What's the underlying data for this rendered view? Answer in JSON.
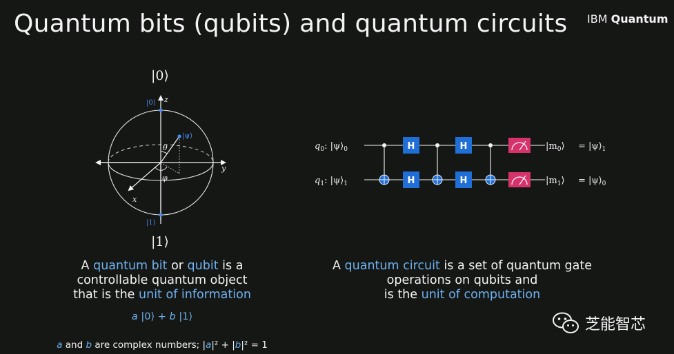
{
  "slide": {
    "title": "Quantum bits (qubits) and quantum circuits",
    "brand_light": "IBM",
    "brand_bold": "Quantum"
  },
  "bloch": {
    "ket_top": "|0⟩",
    "ket_bottom": "|1⟩",
    "ket_zero_small": "|0⟩",
    "ket_one_small": "|1⟩",
    "axis_z": "z",
    "axis_y": "y",
    "axis_x": "x",
    "psi": "|ψ⟩",
    "theta": "θ",
    "phi": "φ",
    "accent_color": "#4a8cf0"
  },
  "qubit_caption": {
    "line1_pre": "A ",
    "line1_hl1": "quantum bit",
    "line1_mid": " or ",
    "line1_hl2": "qubit",
    "line1_post": " is a",
    "line2": "controllable quantum object",
    "line3_pre": "that is the ",
    "line3_hl": "unit of information"
  },
  "formula": {
    "a": "a",
    "ket0": " |0⟩ + ",
    "b": "b",
    "ket1": " |1⟩"
  },
  "note": {
    "a": "a",
    "and": " and ",
    "b": "b",
    "rest": " are complex numbers; |",
    "a2": "a",
    "mid": "|² + |",
    "b2": "b",
    "end": "|² = 1"
  },
  "circuit": {
    "q0_label": "q",
    "q0_sub": "0",
    "q0_state": ": |ψ⟩",
    "q0_state_sub": "0",
    "q1_label": "q",
    "q1_sub": "1",
    "q1_state": ": |ψ⟩",
    "q1_state_sub": "1",
    "gate_label": "H",
    "m0_out": "|m",
    "m0_sub": "0",
    "m1_out": "|m",
    "m1_sub": "1",
    "ket_close": "⟩",
    "eq0": "= |ψ⟩",
    "eq0_sub": "1",
    "eq1": "= |ψ⟩",
    "eq1_sub": "0",
    "gate_color": "#1f6fd6",
    "measure_color": "#d6336c"
  },
  "circuit_caption": {
    "line1_pre": "A ",
    "line1_hl": "quantum circuit",
    "line1_post": " is a set of quantum gate",
    "line2": "operations on qubits and",
    "line3_pre": "is the ",
    "line3_hl": "unit of computation"
  },
  "watermark": {
    "text": "芝能智芯",
    "icon": "wechat-icon"
  }
}
